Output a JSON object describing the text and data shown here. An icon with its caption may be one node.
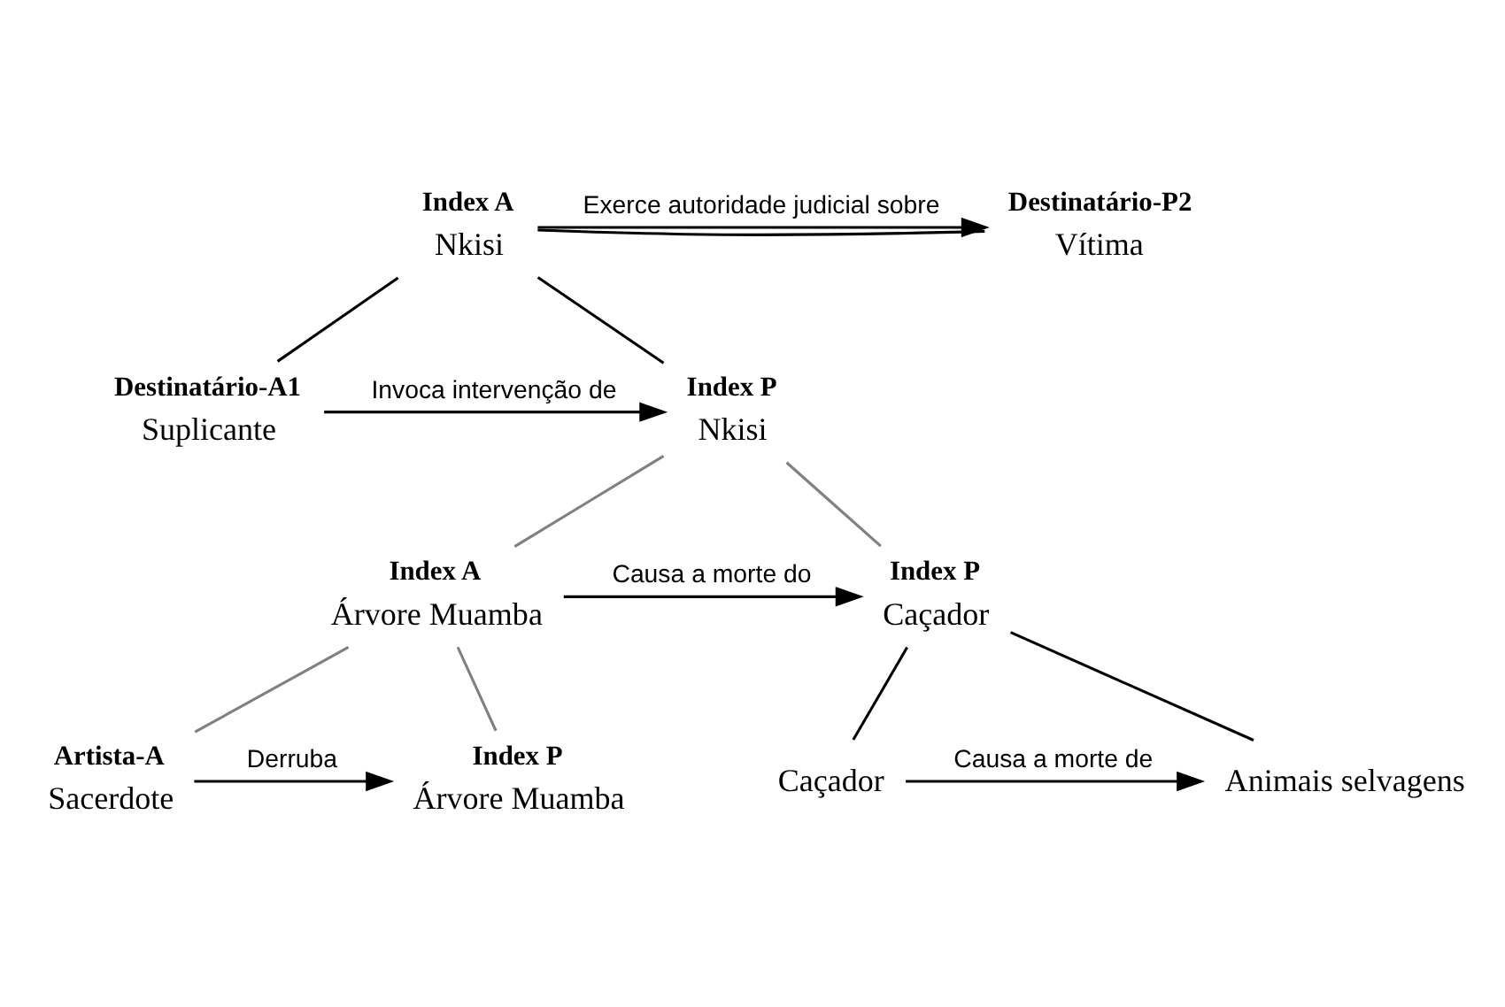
{
  "diagram": {
    "nodes": [
      {
        "text": [
          "Nkisi"
        ],
        "beside": [
          "Index A"
        ]
      },
      {
        "text": [
          "Vítima"
        ],
        "beside": [
          "Destinatário-P2"
        ]
      },
      {
        "text": [
          "Suplicante"
        ],
        "beside": [
          "Destinatário-A1"
        ]
      },
      {
        "text": [
          "Nkisi"
        ],
        "beside": [
          "Index P"
        ]
      },
      {
        "text": [
          "Árvore Muamba"
        ],
        "beside": [
          "Index A"
        ]
      },
      {
        "text": [
          "Caçador"
        ],
        "beside": [
          "Index P"
        ]
      },
      {
        "text": [
          "Sacerdote"
        ],
        "beside": [
          "Artista-A"
        ]
      },
      {
        "text": [
          "Árvore Muamba"
        ],
        "beside": [
          "Index P"
        ]
      },
      {
        "text": [
          "Caçador"
        ]
      },
      {
        "text": [
          "Animais selvagens"
        ]
      }
    ],
    "edges": [
      {
        "from": 0,
        "to": 1,
        "arrow": "none"
      },
      {
        "from": 0,
        "to": 1,
        "arrow": "to",
        "label": "Exerce autoridade judicial sobre"
      },
      {
        "from": 0,
        "to": 2,
        "arrow": "none"
      },
      {
        "from": 0,
        "to": 3,
        "arrow": "none"
      },
      {
        "from": 2,
        "to": 3,
        "arrow": "to",
        "label": "Invoca intervenção de"
      },
      {
        "from": 3,
        "to": 4,
        "arrow": "none",
        "color": "#808080"
      },
      {
        "from": 3,
        "to": 5,
        "arrow": "none",
        "color": "#808080"
      },
      {
        "from": 4,
        "to": 5,
        "arrow": "to",
        "label": "Causa a morte do"
      },
      {
        "from": 4,
        "to": 6,
        "arrow": "none",
        "color": "#808080"
      },
      {
        "from": 4,
        "to": 7,
        "arrow": "none",
        "color": "#808080"
      },
      {
        "from": 6,
        "to": 7,
        "arrow": "to",
        "label": "Derruba"
      },
      {
        "from": 5,
        "to": 8,
        "arrow": "none"
      },
      {
        "from": 5,
        "to": 9,
        "arrow": "none"
      },
      {
        "from": 8,
        "to": 9,
        "arrow": "to",
        "label": "Causa a morte de"
      }
    ]
  }
}
